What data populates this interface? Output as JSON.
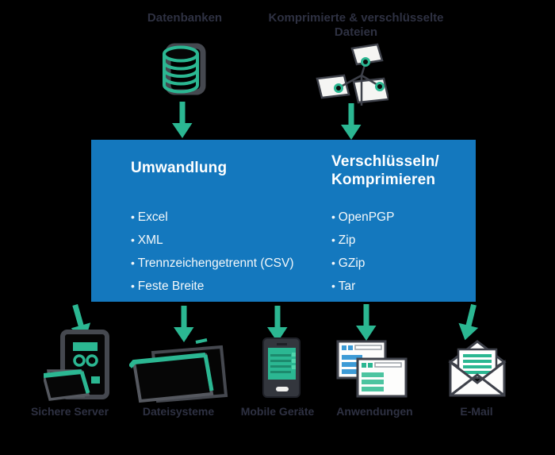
{
  "diagram": {
    "sources": [
      {
        "label": "Datenbanken",
        "icon": "database-icon"
      },
      {
        "label": "Komprimierte & verschlüsselte Dateien",
        "icon": "linked-files-icon"
      }
    ],
    "process_box": {
      "left": {
        "title": "Umwandlung",
        "items": [
          "Excel",
          "XML",
          "Trennzeichengetrennt (CSV)",
          "Feste Breite"
        ]
      },
      "right": {
        "title_line1": "Verschlüsseln/",
        "title_line2": "Komprimieren",
        "items": [
          "OpenPGP",
          "Zip",
          "GZip",
          "Tar"
        ]
      }
    },
    "destinations": [
      {
        "label": "Sichere Server",
        "icon": "server-folder-icon"
      },
      {
        "label": "Dateisysteme",
        "icon": "open-folder-icon"
      },
      {
        "label": "Mobile Geräte",
        "icon": "smartphone-icon"
      },
      {
        "label": "Anwendungen",
        "icon": "app-windows-icon"
      },
      {
        "label": "E-Mail",
        "icon": "email-icon"
      }
    ],
    "colors": {
      "accent_teal": "#2bb792",
      "box_blue": "#1478be",
      "label_navy": "#2e3142",
      "outline_gray": "#45484f"
    }
  }
}
